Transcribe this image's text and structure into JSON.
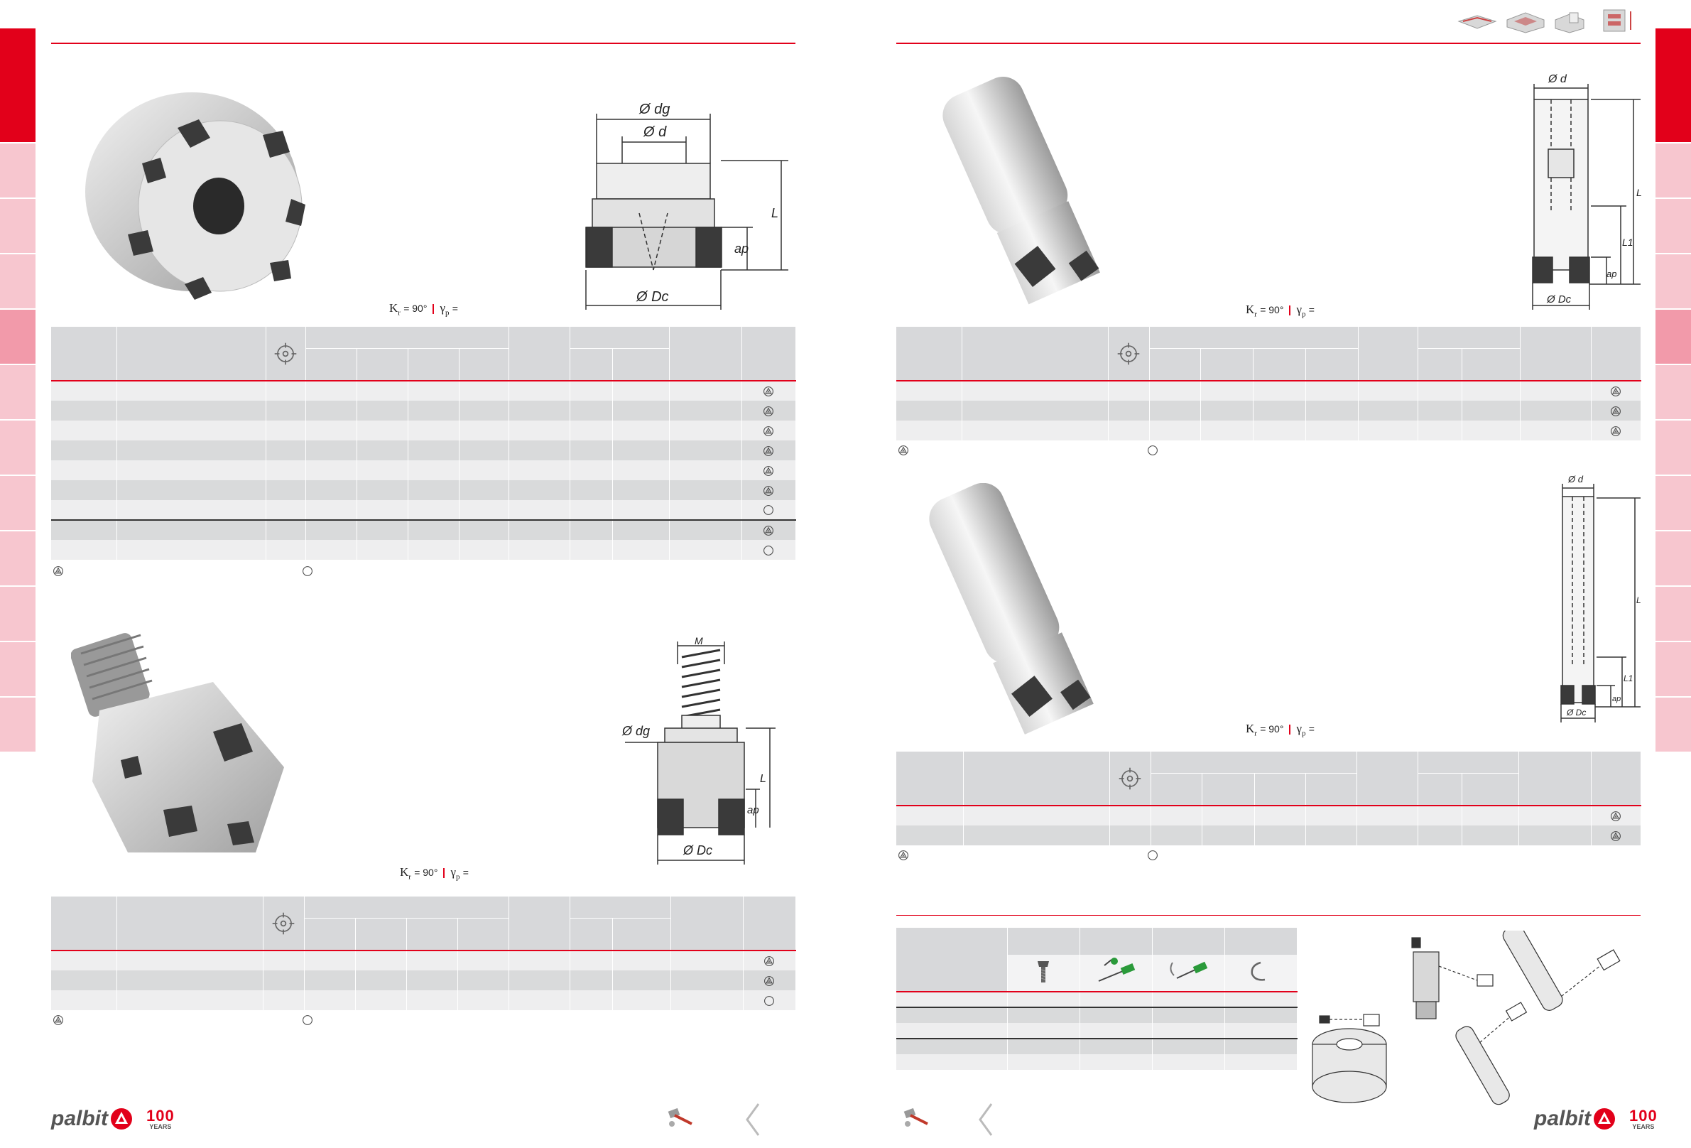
{
  "captions": {
    "kappa_label": "K",
    "kappa_sub": "r",
    "kappa_value": "= 90°",
    "gamma_label": "γ",
    "gamma_sub": "p",
    "gamma_value": "="
  },
  "drawing_labels": {
    "dg": "Ø dg",
    "d": "Ø d",
    "dc": "Ø Dc",
    "l": "L",
    "l1": "L1",
    "ap": "ap",
    "m": "M"
  },
  "logo": {
    "brand": "palbit",
    "anniversary_number": "100",
    "anniversary_word": "YEARS"
  },
  "colors": {
    "brand_red": "#e2001a",
    "tab_pink": "#f7c6cf",
    "tab_pink_strong": "#f29aaa",
    "header_grey": "#d7d8da",
    "row_light": "#eeeeef",
    "row_dark": "#d9dadb"
  },
  "icons": {
    "clamp_symbol": "crosshair-circle-icon",
    "stock_symbol": "triangle-in-circle-icon",
    "on_request_symbol": "circle-icon",
    "next_page": "chevron-left-icon"
  }
}
